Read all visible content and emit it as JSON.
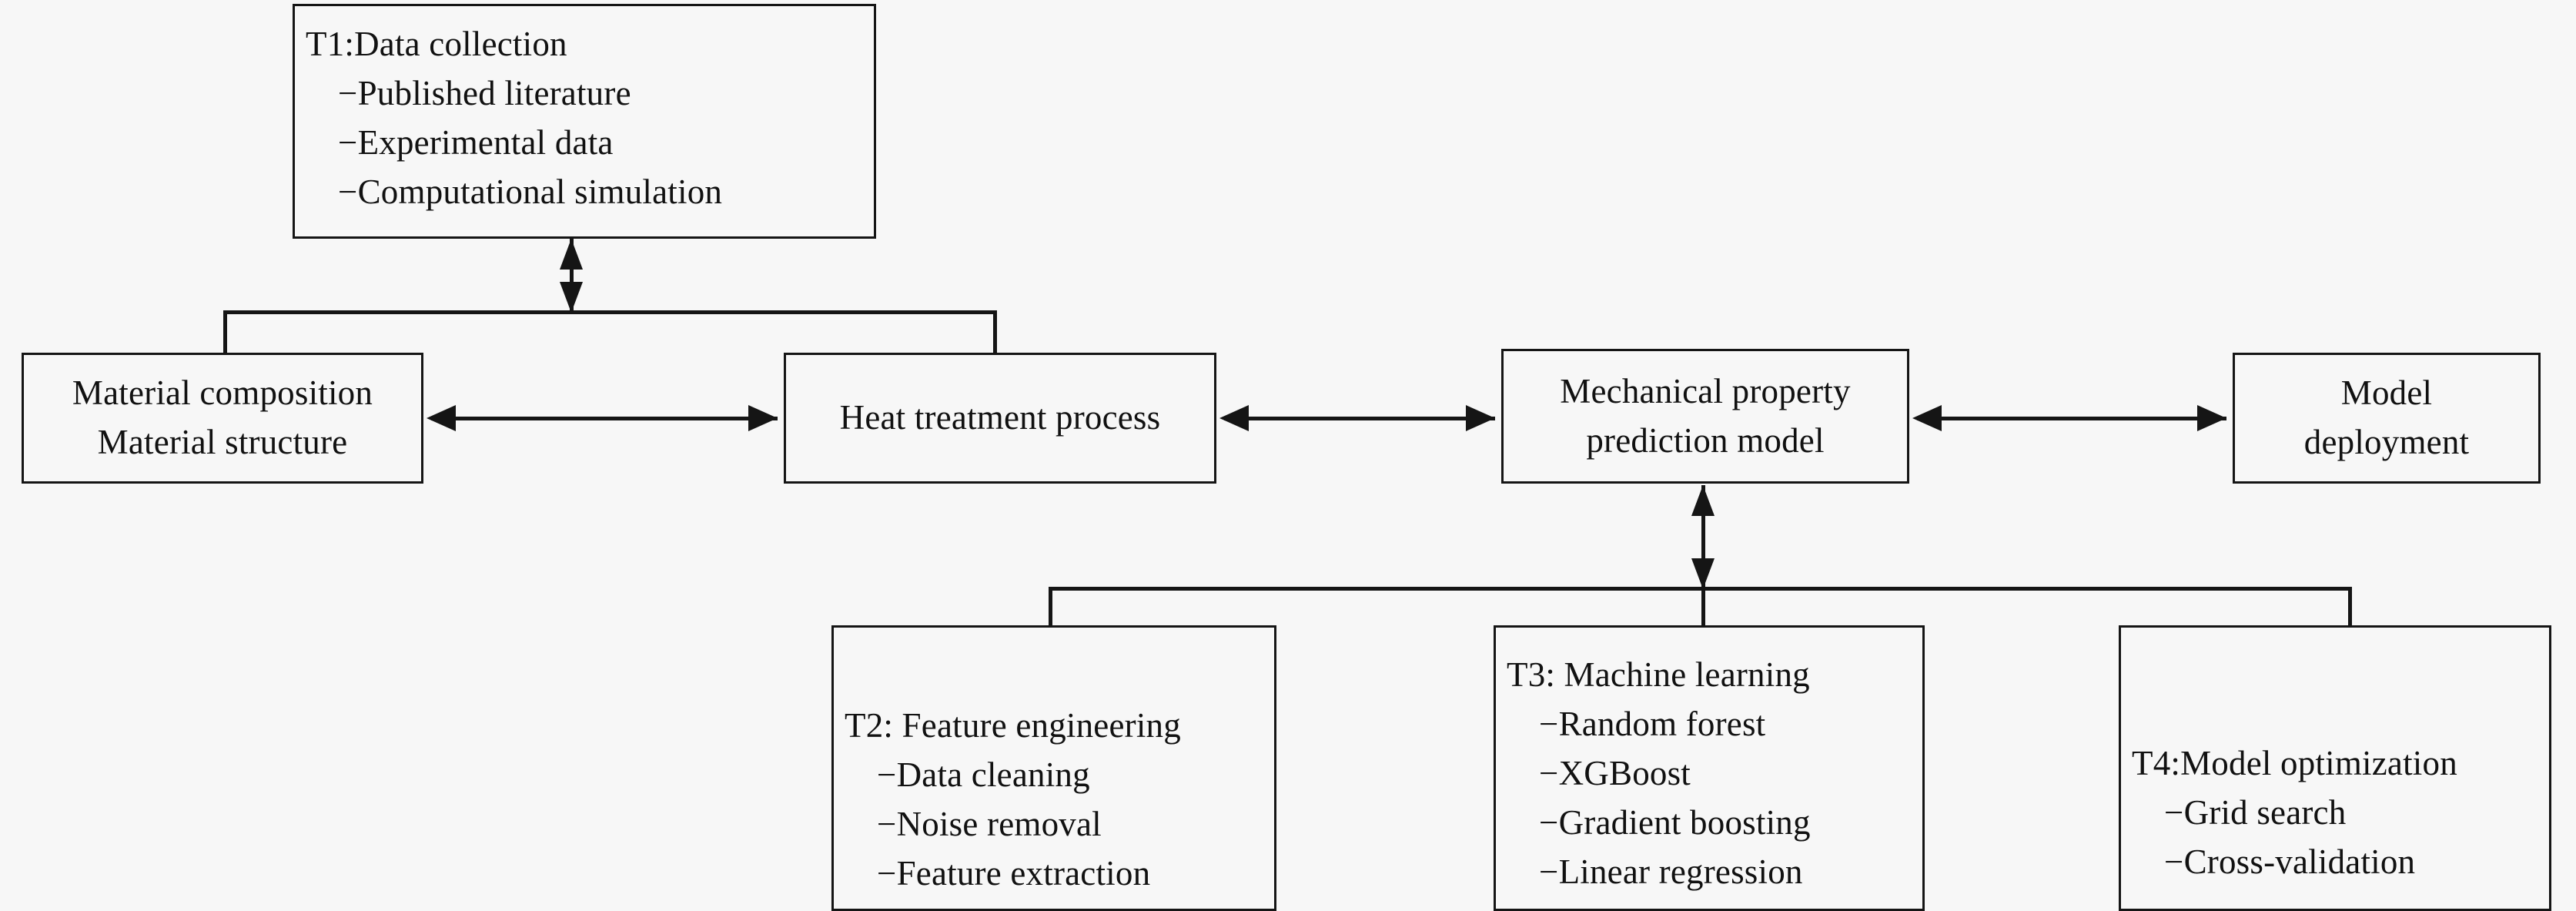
{
  "diagram": {
    "background_color": "#f7f7f7",
    "line_color": "#151515",
    "nodes": {
      "t1": {
        "id": "T1",
        "title": "T1:Data collection",
        "items": [
          "−Published literature",
          "−Experimental data",
          "−Computational simulation"
        ]
      },
      "material": {
        "line1": "Material composition",
        "line2": "Material structure"
      },
      "heat": {
        "line1": "Heat treatment process"
      },
      "model": {
        "line1": "Mechanical property",
        "line2": "prediction model"
      },
      "deployment": {
        "line1": "Model",
        "line2": "deployment"
      },
      "t2": {
        "id": "T2",
        "title": "T2: Feature engineering",
        "items": [
          "−Data cleaning",
          "−Noise removal",
          "−Feature extraction"
        ]
      },
      "t3": {
        "id": "T3",
        "title": "T3: Machine learning",
        "items": [
          "−Random forest",
          "−XGBoost",
          "−Gradient boosting",
          "−Linear regression"
        ]
      },
      "t4": {
        "id": "T4",
        "title": "T4:Model optimization",
        "items": [
          "−Grid search",
          "−Cross-validation"
        ]
      }
    },
    "connections": [
      {
        "name": "t1-to-workflow-bus",
        "type": "bidirectional-vertical"
      },
      {
        "name": "material-to-heat",
        "type": "bidirectional-horizontal"
      },
      {
        "name": "heat-to-model",
        "type": "bidirectional-horizontal"
      },
      {
        "name": "model-to-deployment",
        "type": "bidirectional-horizontal"
      },
      {
        "name": "model-to-task-bus",
        "type": "bidirectional-vertical"
      }
    ]
  }
}
